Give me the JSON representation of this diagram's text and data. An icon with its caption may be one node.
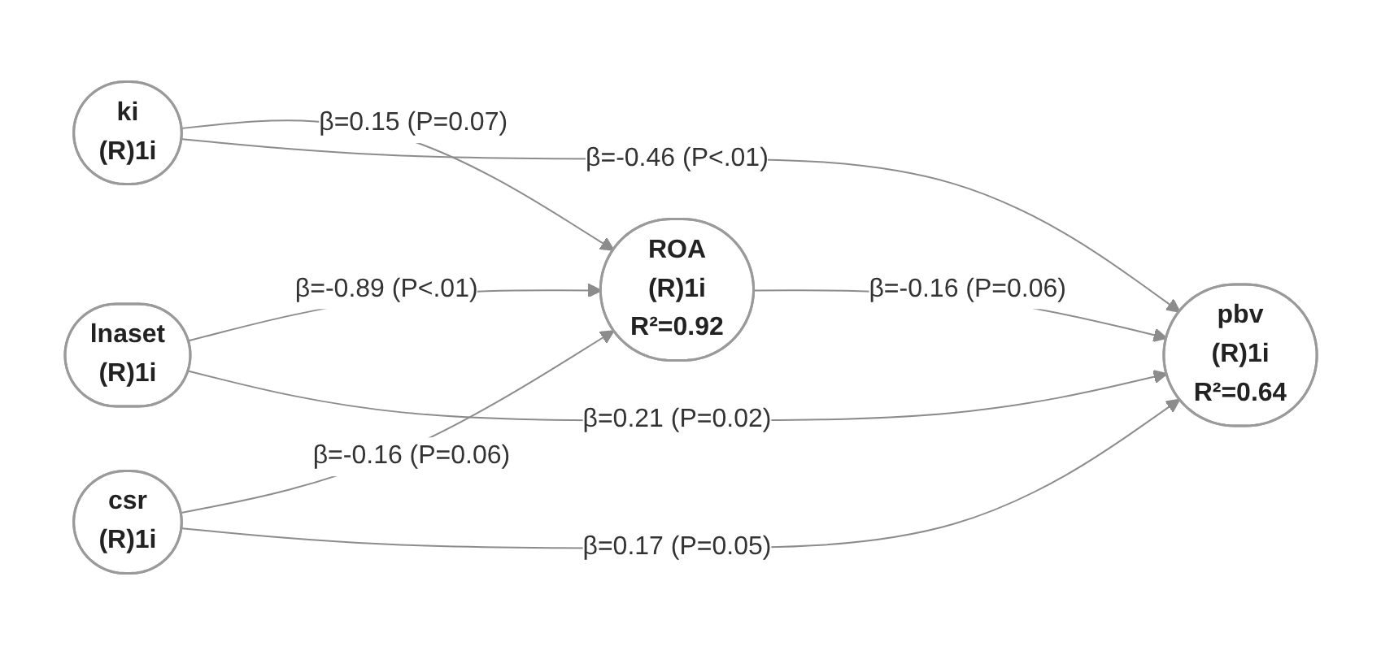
{
  "diagram": {
    "nodes": [
      {
        "text": [
          "ki",
          "(R)1i"
        ]
      },
      {
        "text": [
          "lnaset",
          "(R)1i"
        ]
      },
      {
        "text": [
          "csr",
          "(R)1i"
        ]
      },
      {
        "text": [
          "ROA",
          "(R)1i",
          "R²=0.92"
        ]
      },
      {
        "text": [
          "pbv",
          "(R)1i",
          "R²=0.64"
        ]
      }
    ],
    "edges": [
      {
        "from": 0,
        "to": 3,
        "arrow": "to",
        "label": "β=0.15 (P=0.07)"
      },
      {
        "from": 1,
        "to": 3,
        "arrow": "to",
        "label": "β=-0.89 (P<.01)"
      },
      {
        "from": 2,
        "to": 3,
        "arrow": "to",
        "label": "β=-0.16 (P=0.06)"
      },
      {
        "from": 0,
        "to": 4,
        "arrow": "to",
        "label": "β=-0.46 (P<.01)"
      },
      {
        "from": 1,
        "to": 4,
        "arrow": "to",
        "label": "β=0.21 (P=0.02)"
      },
      {
        "from": 2,
        "to": 4,
        "arrow": "to",
        "label": "β=0.17 (P=0.05)"
      },
      {
        "from": 3,
        "to": 4,
        "arrow": "to",
        "label": "β=-0.16 (P=0.06)"
      }
    ]
  }
}
